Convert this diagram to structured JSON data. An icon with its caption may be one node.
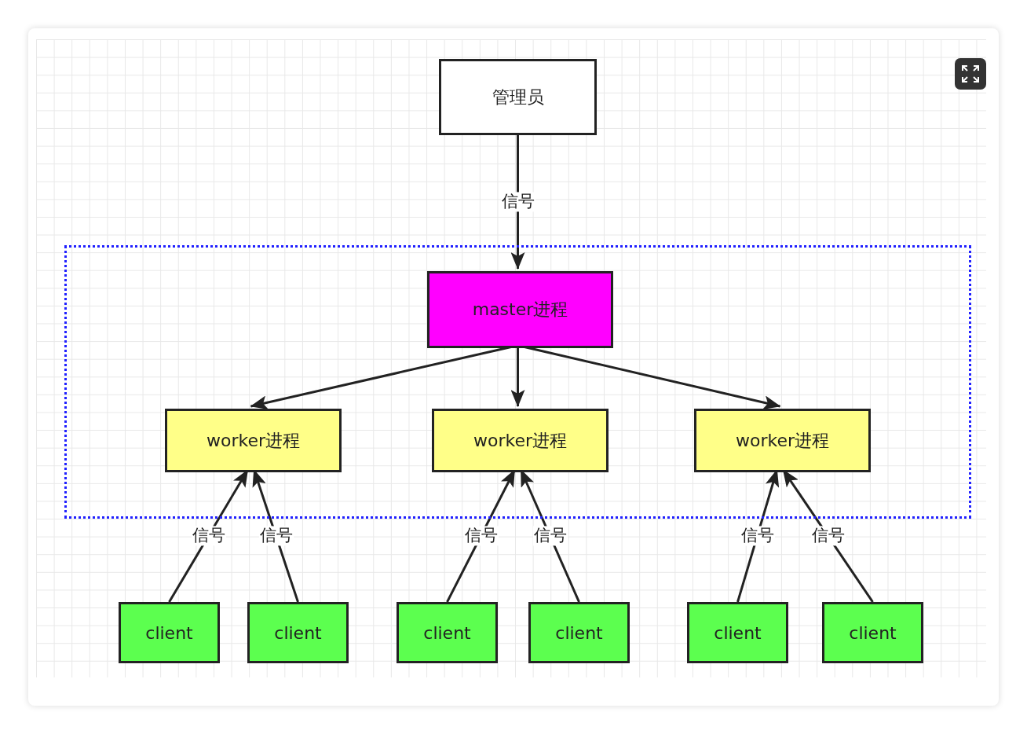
{
  "diagram": {
    "nodes": [
      {
        "text": [
          "管理员"
        ]
      },
      {
        "text": [],
        "shape": "box"
      },
      {
        "text": [
          "master进程"
        ],
        "in": 1
      },
      {
        "text": [
          "worker进程"
        ],
        "in": 1
      },
      {
        "text": [
          "worker进程"
        ],
        "in": 1
      },
      {
        "text": [
          "worker进程"
        ],
        "in": 1
      },
      {
        "text": [
          "client"
        ]
      },
      {
        "text": [
          "client"
        ]
      },
      {
        "text": [
          "client"
        ]
      },
      {
        "text": [
          "client"
        ]
      },
      {
        "text": [
          "client"
        ]
      },
      {
        "text": [
          "client"
        ]
      }
    ],
    "edges": [
      {
        "from": 0,
        "to": 2,
        "arrow": "to",
        "label": "信号"
      },
      {
        "from": 2,
        "to": 3,
        "arrow": "to"
      },
      {
        "from": 2,
        "to": 4,
        "arrow": "to"
      },
      {
        "from": 2,
        "to": 5,
        "arrow": "to"
      },
      {
        "from": 6,
        "to": 3,
        "arrow": "to",
        "label": "信号"
      },
      {
        "from": 7,
        "to": 3,
        "arrow": "to",
        "label": "信号"
      },
      {
        "from": 8,
        "to": 4,
        "arrow": "to",
        "label": "信号"
      },
      {
        "from": 9,
        "to": 4,
        "arrow": "to",
        "label": "信号"
      },
      {
        "from": 10,
        "to": 5,
        "arrow": "to",
        "label": "信号"
      },
      {
        "from": 11,
        "to": 5,
        "arrow": "to",
        "label": "信号"
      }
    ]
  }
}
